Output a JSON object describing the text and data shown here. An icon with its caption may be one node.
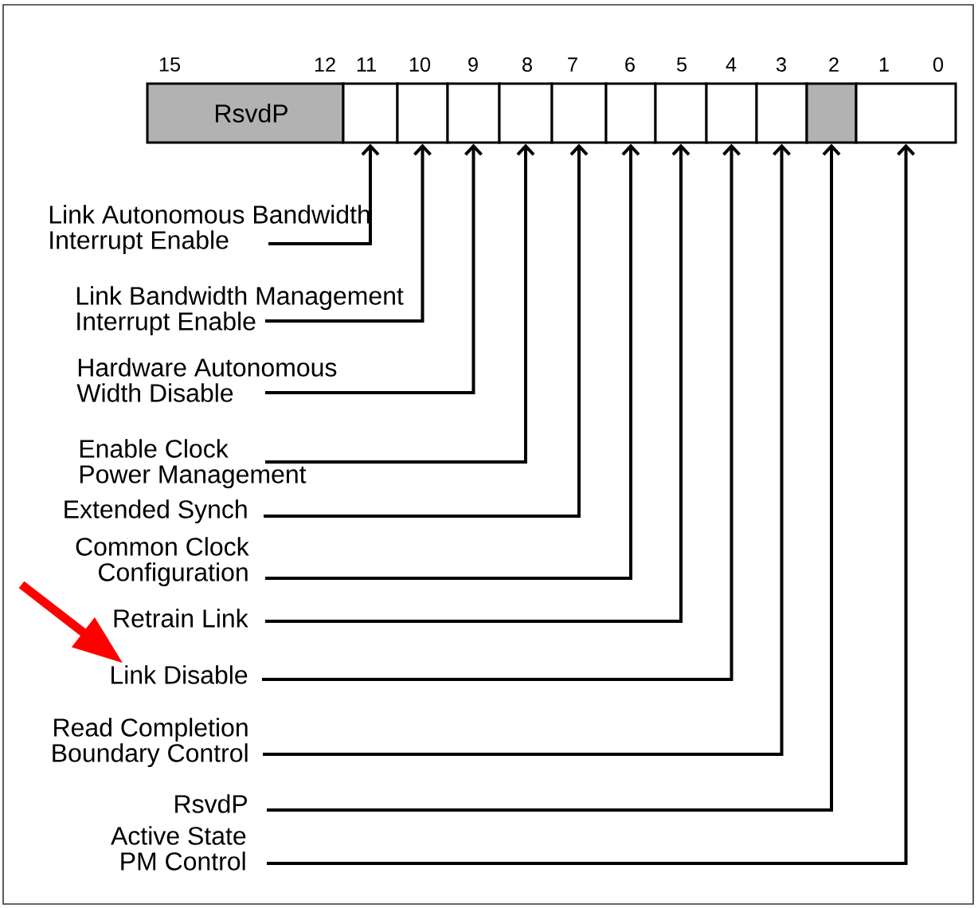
{
  "diagram": {
    "nodes": [
      {
        "text": [
          "RsvdP"
        ],
        "beside": [
          "15",
          "12"
        ]
      },
      {
        "text": [],
        "shape": "box",
        "beside": [
          "11"
        ]
      },
      {
        "text": [],
        "shape": "box",
        "beside": [
          "10"
        ]
      },
      {
        "text": [],
        "shape": "box",
        "beside": [
          "9"
        ]
      },
      {
        "text": [],
        "shape": "box",
        "beside": [
          "8"
        ]
      },
      {
        "text": [],
        "shape": "box",
        "beside": [
          "7"
        ]
      },
      {
        "text": [],
        "shape": "box",
        "beside": [
          "6"
        ]
      },
      {
        "text": [],
        "shape": "box",
        "beside": [
          "5"
        ]
      },
      {
        "text": [],
        "shape": "box",
        "beside": [
          "4"
        ]
      },
      {
        "text": [],
        "shape": "box",
        "beside": [
          "3"
        ]
      },
      {
        "text": [],
        "shape": "box",
        "beside": [
          "2"
        ]
      },
      {
        "text": [],
        "shape": "box",
        "beside": [
          "1",
          "0"
        ]
      },
      {
        "text": [
          "Link Autonomous Bandwidth Interrupt Enable"
        ]
      },
      {
        "text": [
          "Link Bandwidth Management Interrupt Enable"
        ]
      },
      {
        "text": [
          "Hardware Autonomous Width Disable"
        ]
      },
      {
        "text": [
          "Enable Clock Power Management"
        ]
      },
      {
        "text": [
          "Extended Synch"
        ]
      },
      {
        "text": [
          "Common Clock Configuration"
        ]
      },
      {
        "text": [
          "Retrain Link"
        ]
      },
      {
        "text": [
          "Link Disable"
        ]
      },
      {
        "text": [
          "Read Completion Boundary Control"
        ]
      },
      {
        "text": [
          "RsvdP"
        ]
      },
      {
        "text": [
          "Active State PM Control"
        ]
      }
    ],
    "edges": [
      {
        "from": 12,
        "to": 1,
        "arrow": "to"
      },
      {
        "from": 13,
        "to": 2,
        "arrow": "to"
      },
      {
        "from": 14,
        "to": 3,
        "arrow": "to"
      },
      {
        "from": 15,
        "to": 4,
        "arrow": "to"
      },
      {
        "from": 16,
        "to": 5,
        "arrow": "to"
      },
      {
        "from": 17,
        "to": 6,
        "arrow": "to"
      },
      {
        "from": 18,
        "to": 7,
        "arrow": "to"
      },
      {
        "from": 19,
        "to": 8,
        "arrow": "to"
      },
      {
        "from": 20,
        "to": 9,
        "arrow": "to"
      },
      {
        "from": 21,
        "to": 10,
        "arrow": "to"
      },
      {
        "from": 22,
        "to": 11,
        "arrow": "to"
      },
      {
        "from": null,
        "to": 19,
        "arrow": "to",
        "style": "thick",
        "color": "#ff0000"
      }
    ]
  }
}
